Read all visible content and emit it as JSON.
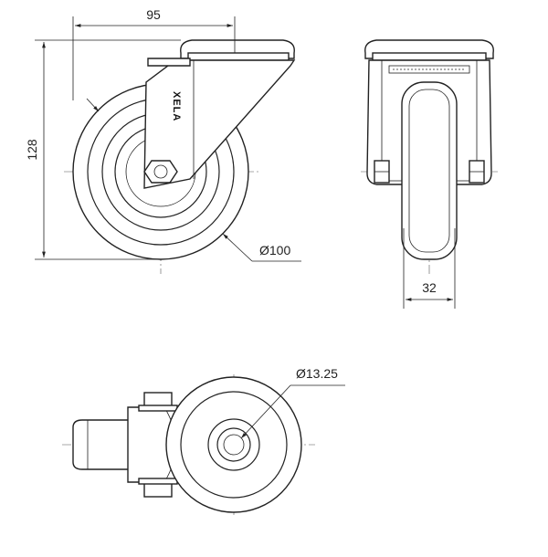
{
  "front_view": {
    "width_label": "95",
    "height_label": "128",
    "diameter_label": "Ø100",
    "brand": "XELA"
  },
  "side_view": {
    "width_label": "32"
  },
  "bottom_view": {
    "bore_label": "Ø13.25"
  }
}
